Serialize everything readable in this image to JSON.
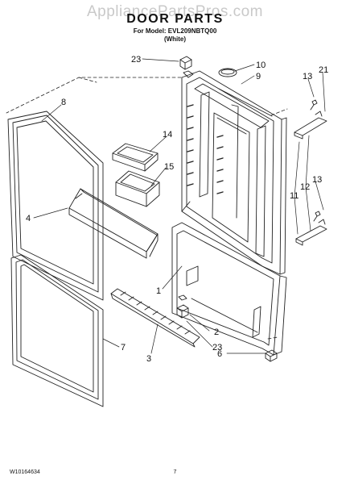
{
  "watermark": "AppliancePartsPros.com",
  "title": "DOOR PARTS",
  "model_line": "For Model: EVL209NBTQ00",
  "color_line": "(White)",
  "doc_number": "W10164634",
  "page_number": "7",
  "callouts": [
    {
      "key": "c23a",
      "label": "23"
    },
    {
      "key": "c10",
      "label": "10"
    },
    {
      "key": "c9",
      "label": "9"
    },
    {
      "key": "c13a",
      "label": "13"
    },
    {
      "key": "c21",
      "label": "21"
    },
    {
      "key": "c8",
      "label": "8"
    },
    {
      "key": "c14",
      "label": "14"
    },
    {
      "key": "c15",
      "label": "15"
    },
    {
      "key": "c13b",
      "label": "13"
    },
    {
      "key": "c11",
      "label": "11"
    },
    {
      "key": "c12",
      "label": "12"
    },
    {
      "key": "c4",
      "label": "4"
    },
    {
      "key": "c1",
      "label": "1"
    },
    {
      "key": "c2",
      "label": "2"
    },
    {
      "key": "c23b",
      "label": "23"
    },
    {
      "key": "c7",
      "label": "7"
    },
    {
      "key": "c3",
      "label": "3"
    },
    {
      "key": "c6",
      "label": "6"
    }
  ]
}
